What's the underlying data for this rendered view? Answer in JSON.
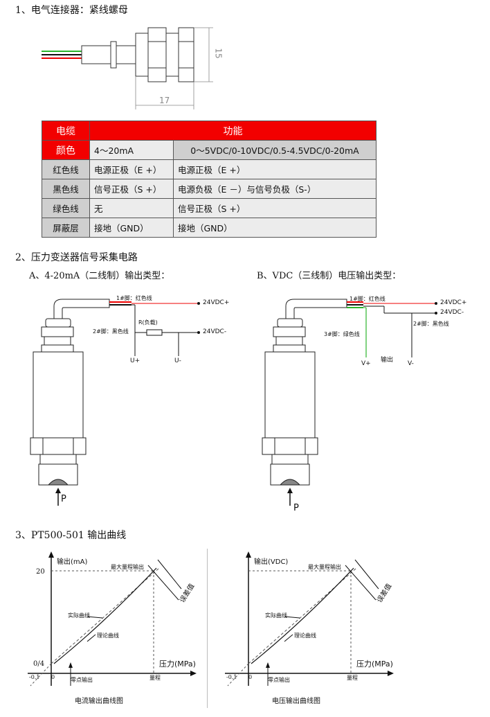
{
  "section1": {
    "title": "1、电气连接器：紧线螺母",
    "dim_height": "15",
    "dim_width": "17"
  },
  "cable_table": {
    "col1_header_top": "电缆",
    "col1_header_bottom": "颜色",
    "function_header": "功能",
    "sub_headers": [
      "4～20mA",
      "0～5VDC/0-10VDC/0.5-4.5VDC/0-20mA"
    ],
    "rows": [
      {
        "color": "红色线",
        "a": "电源正极（E +）",
        "b": "电源正极（E +）"
      },
      {
        "color": "黑色线",
        "a": "信号正极（S +）",
        "b": "电源负极（E －）与信号负极（S-）"
      },
      {
        "color": "绿色线",
        "a": "无",
        "b": "信号正极（S +）"
      },
      {
        "color": "屏蔽层",
        "a": "接地（GND）",
        "b": "接地（GND）"
      }
    ]
  },
  "section2": {
    "title": "2、压力变送器信号采集电路",
    "circuit_a": {
      "title": "A、4-20mA（二线制）输出类型：",
      "pin1": "1#脚：红色线",
      "pin2": "2#脚：黑色线",
      "resistor": "R(负载)",
      "v_pos": "24VDC+",
      "v_neg": "24VDC-",
      "u_pos": "U+",
      "u_neg": "U-",
      "pressure": "P"
    },
    "circuit_b": {
      "title": "B、VDC（三线制）电压输出类型：",
      "pin1": "1#脚：红色线",
      "pin2": "2#脚：黑色线",
      "pin3": "3#脚：绿色线",
      "output": "输出",
      "v_pos": "24VDC+",
      "v_neg": "24VDC-",
      "vp": "V+",
      "vn": "V-",
      "pressure": "P"
    }
  },
  "section3": {
    "title": "3、PT500-501 输出曲线",
    "chart_current": {
      "y_label": "输出(mA)",
      "x_label": "压力(MPa)",
      "y_max_tick": "20",
      "origin_tick": "0/4",
      "neg_tick": "-0.1",
      "zero_tick": "0",
      "range_label": "量程",
      "max_range_output": "最大量程输出",
      "actual_curve": "实际曲线",
      "theory_curve": "理论曲线",
      "zero_output": "零点输出",
      "error_value": "误差值",
      "caption": "电流输出曲线图"
    },
    "chart_voltage": {
      "y_label": "输出(VDC)",
      "x_label": "压力(MPa)",
      "neg_tick": "-0.1",
      "zero_tick": "0",
      "range_label": "量程",
      "max_range_output": "最大量程输出",
      "actual_curve": "实际曲线",
      "theory_curve": "理论曲线",
      "zero_output": "零点输出",
      "error_value": "误差值",
      "caption": "电压输出曲线图"
    }
  },
  "colors": {
    "red": "#f20000",
    "green": "#2bb52b",
    "header_gray": "#cfcfcf"
  }
}
